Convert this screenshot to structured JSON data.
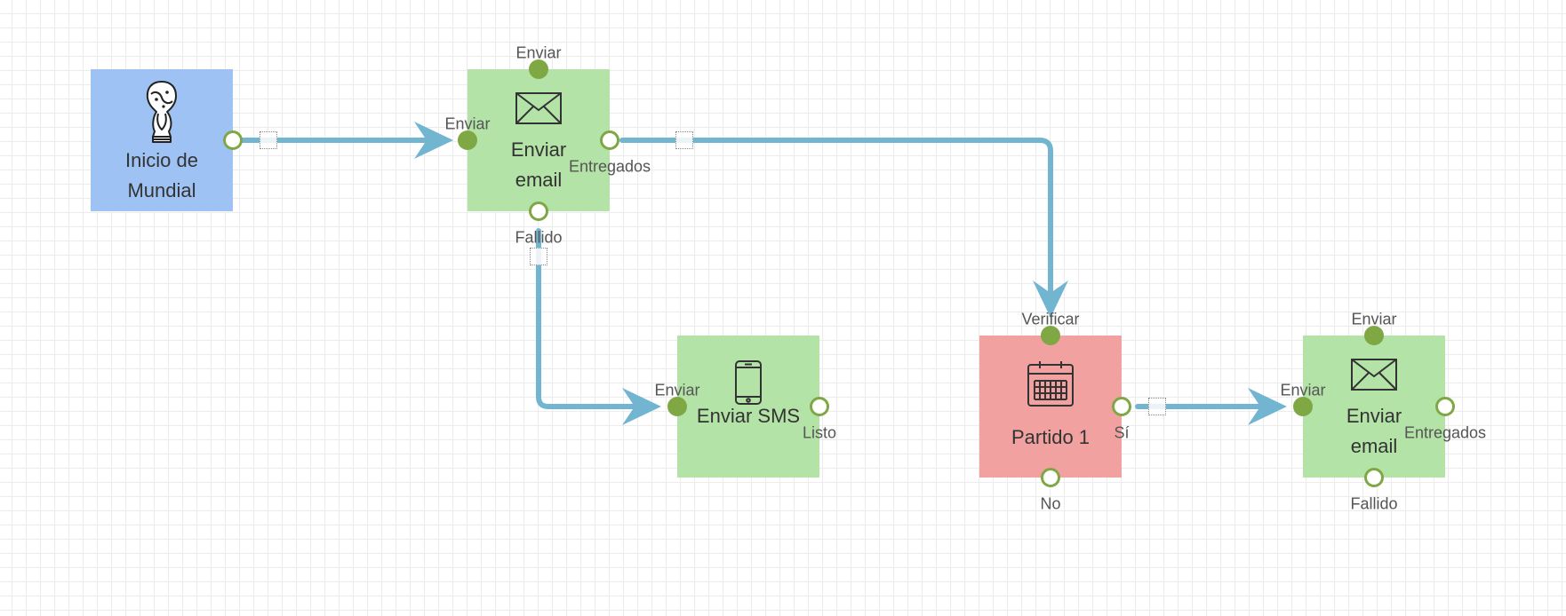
{
  "colors": {
    "edge": "#71b5d1",
    "port": "#7fa845",
    "blue": "#9fc2f4",
    "green": "#b4e3a7",
    "red": "#f2a1a1"
  },
  "nodes": {
    "start": {
      "label_line1": "Inicio de",
      "label_line2": "Mundial",
      "icon": "trophy-icon",
      "out_label": ""
    },
    "email1": {
      "label_line1": "Enviar",
      "label_line2": "email",
      "icon": "envelope-icon",
      "in_left": "Enviar",
      "in_top": "Enviar",
      "out_right": "Entregados",
      "out_bottom": "Fallido"
    },
    "sms": {
      "label": "Enviar SMS",
      "icon": "phone-icon",
      "in_left": "Enviar",
      "out_right": "Listo"
    },
    "match": {
      "label": "Partido 1",
      "icon": "calendar-icon",
      "in_top": "Verificar",
      "out_right": "Sí",
      "out_bottom": "No"
    },
    "email2": {
      "label_line1": "Enviar",
      "label_line2": "email",
      "icon": "envelope-icon",
      "in_left": "Enviar",
      "in_top": "Enviar",
      "out_right": "Entregados",
      "out_bottom": "Fallido"
    }
  }
}
